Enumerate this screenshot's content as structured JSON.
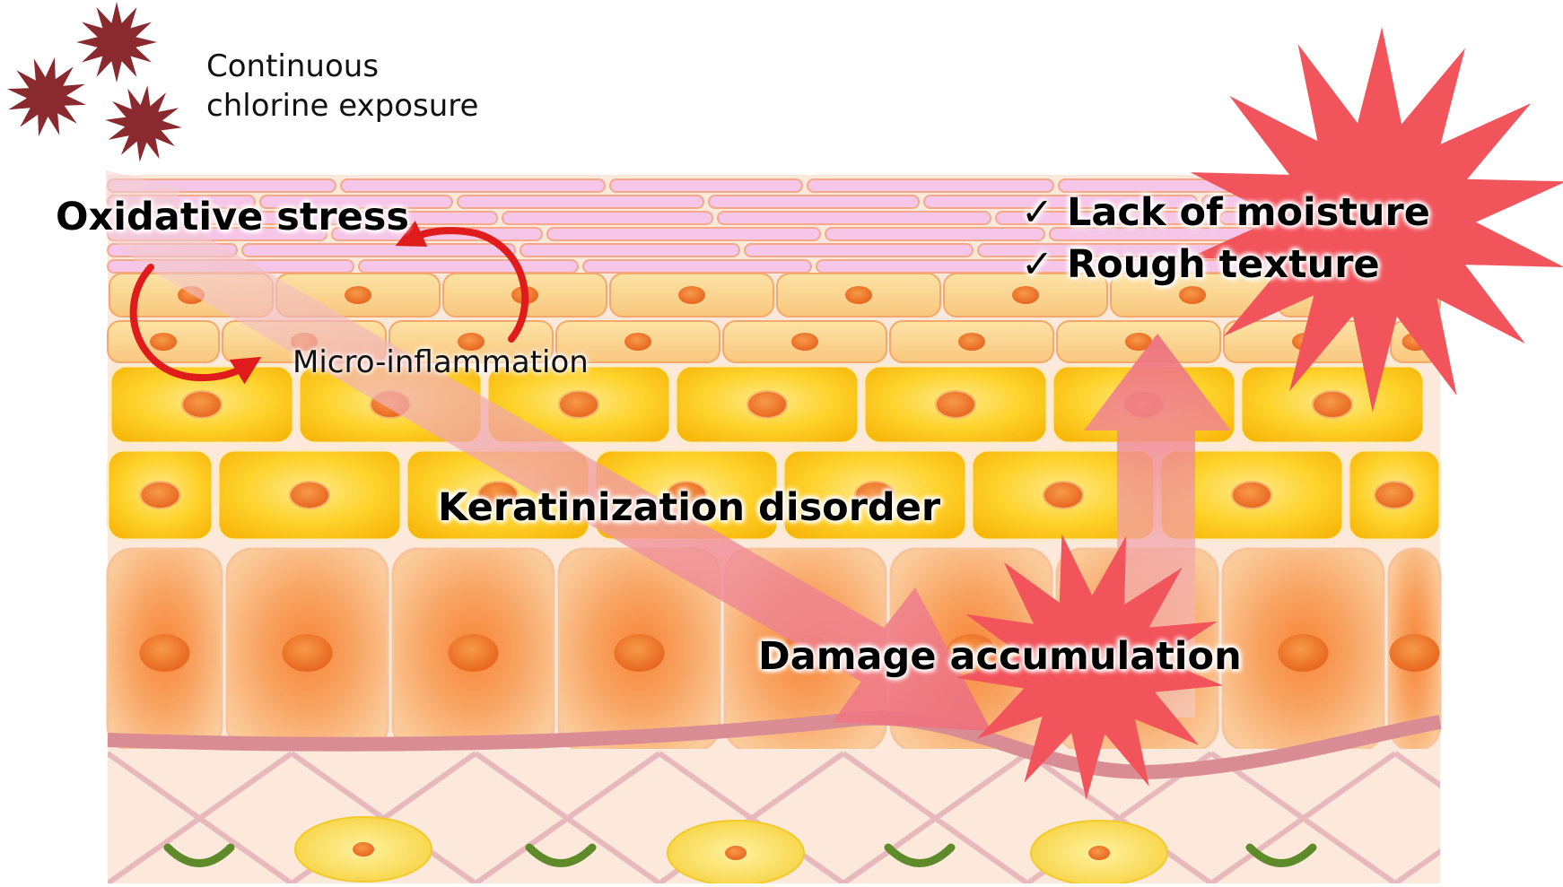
{
  "labels": {
    "exposure_line1": "Continuous",
    "exposure_line2": "chlorine exposure",
    "oxidative_stress": "Oxidative stress",
    "micro_inflammation": "Micro-inflammation",
    "keratinization_disorder": "Keratinization disorder",
    "damage_accumulation": "Damage accumulation",
    "result_1": "✓ Lack of moisture",
    "result_2": "✓ Rough texture"
  },
  "colors": {
    "chlorine_star": "#8B2A2E",
    "burst": "#F2545B",
    "arrow": "#E87A84",
    "cycle_arrow": "#E01B1B",
    "stratum_corneum": "#F6C6E8",
    "granular_cell": "#FBD28F",
    "spinous_cell": "#FDD317",
    "basal_cell": "#F9B26C",
    "nucleus": "#F07E2A",
    "dermis": "#FCE9DC",
    "basement_membrane": "#D98C93",
    "fiber": "#E0AEB1"
  }
}
